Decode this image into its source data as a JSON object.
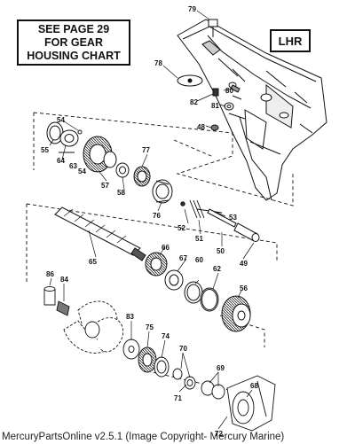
{
  "notice": {
    "lines": [
      "SEE PAGE 29",
      "FOR GEAR",
      "HOUSING CHART"
    ]
  },
  "orientation_label": "LHR",
  "footer": "MercuryPartsOnline v2.5.1 (Image Copyright- Mercury Marine)",
  "parts": [
    {
      "id": "79",
      "label": "79"
    },
    {
      "id": "78",
      "label": "78"
    },
    {
      "id": "80",
      "label": "80"
    },
    {
      "id": "82",
      "label": "82"
    },
    {
      "id": "81",
      "label": "81"
    },
    {
      "id": "48",
      "label": "48"
    },
    {
      "id": "54a",
      "label": "54"
    },
    {
      "id": "55",
      "label": "55"
    },
    {
      "id": "64a",
      "label": "64"
    },
    {
      "id": "63",
      "label": "63"
    },
    {
      "id": "54b",
      "label": "54"
    },
    {
      "id": "57",
      "label": "57"
    },
    {
      "id": "58",
      "label": "58"
    },
    {
      "id": "77",
      "label": "77"
    },
    {
      "id": "76",
      "label": "76"
    },
    {
      "id": "53",
      "label": "53"
    },
    {
      "id": "52",
      "label": "52"
    },
    {
      "id": "51",
      "label": "51"
    },
    {
      "id": "50",
      "label": "50"
    },
    {
      "id": "49",
      "label": "49"
    },
    {
      "id": "65",
      "label": "65"
    },
    {
      "id": "66",
      "label": "66"
    },
    {
      "id": "67",
      "label": "67"
    },
    {
      "id": "60",
      "label": "60"
    },
    {
      "id": "62",
      "label": "62"
    },
    {
      "id": "56",
      "label": "56"
    },
    {
      "id": "86",
      "label": "86"
    },
    {
      "id": "84",
      "label": "84"
    },
    {
      "id": "83",
      "label": "83"
    },
    {
      "id": "75",
      "label": "75"
    },
    {
      "id": "74",
      "label": "74"
    },
    {
      "id": "70",
      "label": "70"
    },
    {
      "id": "69",
      "label": "69"
    },
    {
      "id": "68",
      "label": "68"
    },
    {
      "id": "71",
      "label": "71"
    },
    {
      "id": "72",
      "label": "72"
    }
  ]
}
